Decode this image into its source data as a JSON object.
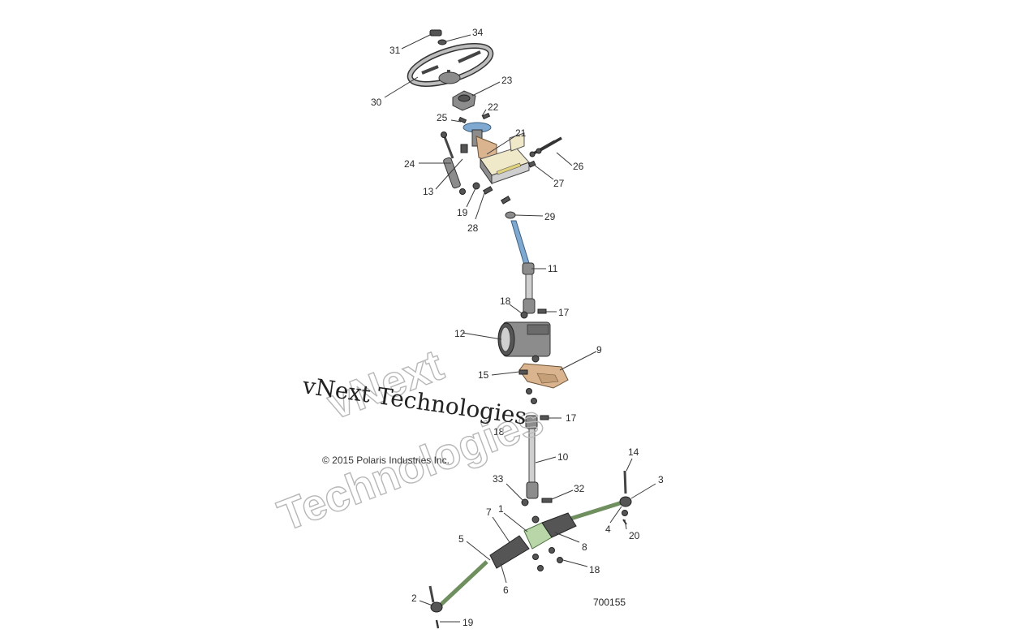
{
  "diagram": {
    "figure_id": "700155",
    "copyright": "© 2015 Polaris Industries Inc.",
    "watermark_lines": [
      "vNext Technologies",
      "vNext",
      "Technologies"
    ],
    "callouts": [
      {
        "id": "c31",
        "label": "31"
      },
      {
        "id": "c34",
        "label": "34"
      },
      {
        "id": "c30",
        "label": "30"
      },
      {
        "id": "c23",
        "label": "23"
      },
      {
        "id": "c25",
        "label": "25"
      },
      {
        "id": "c22",
        "label": "22"
      },
      {
        "id": "c21",
        "label": "21"
      },
      {
        "id": "c24",
        "label": "24"
      },
      {
        "id": "c13",
        "label": "13"
      },
      {
        "id": "c26",
        "label": "26"
      },
      {
        "id": "c27",
        "label": "27"
      },
      {
        "id": "c19a",
        "label": "19"
      },
      {
        "id": "c28",
        "label": "28"
      },
      {
        "id": "c29",
        "label": "29"
      },
      {
        "id": "c11",
        "label": "11"
      },
      {
        "id": "c18a",
        "label": "18"
      },
      {
        "id": "c17a",
        "label": "17"
      },
      {
        "id": "c12",
        "label": "12"
      },
      {
        "id": "c9",
        "label": "9"
      },
      {
        "id": "c15",
        "label": "15"
      },
      {
        "id": "c17b",
        "label": "17"
      },
      {
        "id": "c18b",
        "label": "18"
      },
      {
        "id": "c10",
        "label": "10"
      },
      {
        "id": "c14",
        "label": "14"
      },
      {
        "id": "c3",
        "label": "3"
      },
      {
        "id": "c33",
        "label": "33"
      },
      {
        "id": "c32",
        "label": "32"
      },
      {
        "id": "c7",
        "label": "7"
      },
      {
        "id": "c1",
        "label": "1"
      },
      {
        "id": "c4",
        "label": "4"
      },
      {
        "id": "c20",
        "label": "20"
      },
      {
        "id": "c5",
        "label": "5"
      },
      {
        "id": "c8",
        "label": "8"
      },
      {
        "id": "c18c",
        "label": "18"
      },
      {
        "id": "c6",
        "label": "6"
      },
      {
        "id": "c2",
        "label": "2"
      },
      {
        "id": "c19b",
        "label": "19"
      }
    ]
  }
}
